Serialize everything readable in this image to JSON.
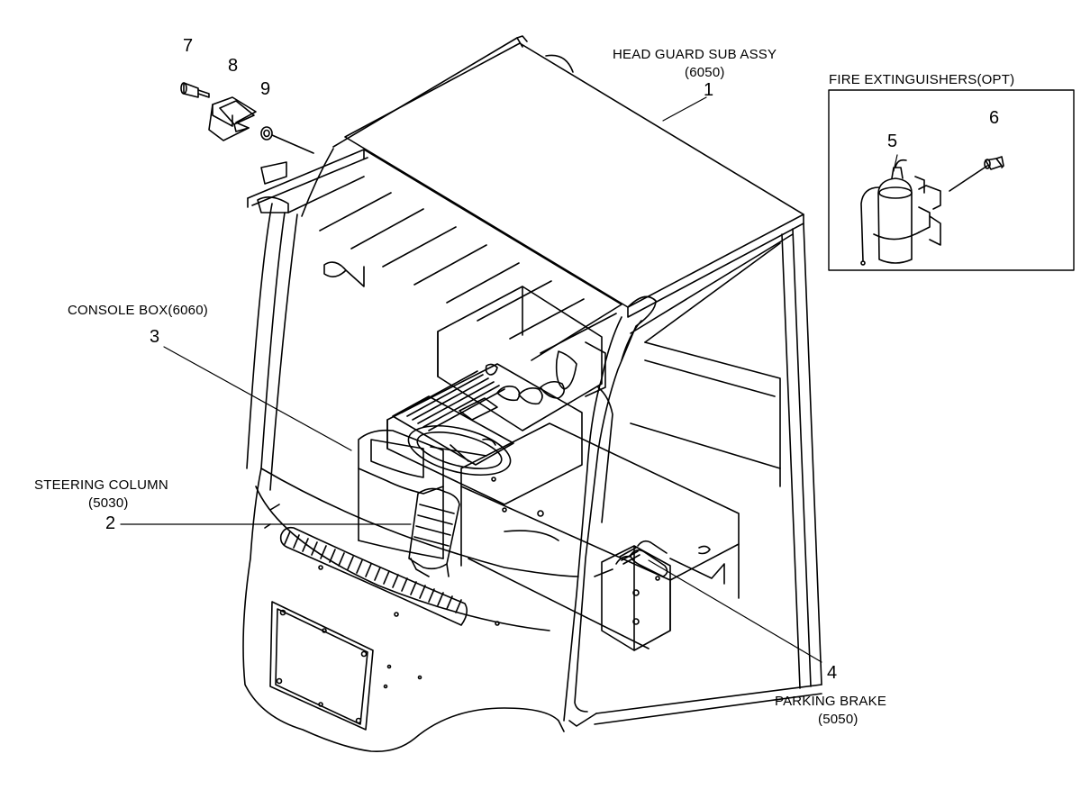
{
  "labels": {
    "head_guard": {
      "title": "HEAD GUARD SUB ASSY",
      "code": "(6050)",
      "num": "1"
    },
    "steering": {
      "title": "STEERING COLUMN",
      "code": "(5030)",
      "num": "2"
    },
    "console": {
      "title": "CONSOLE BOX(6060)",
      "num": "3"
    },
    "parking": {
      "title": "PARKING BRAKE",
      "code": "(5050)",
      "num": "4"
    },
    "fire": {
      "title": "FIRE EXTINGUISHERS(OPT)",
      "num5": "5",
      "num6": "6"
    },
    "part7": "7",
    "part8": "8",
    "part9": "9"
  },
  "colors": {
    "line": "#000000",
    "background": "#ffffff"
  }
}
